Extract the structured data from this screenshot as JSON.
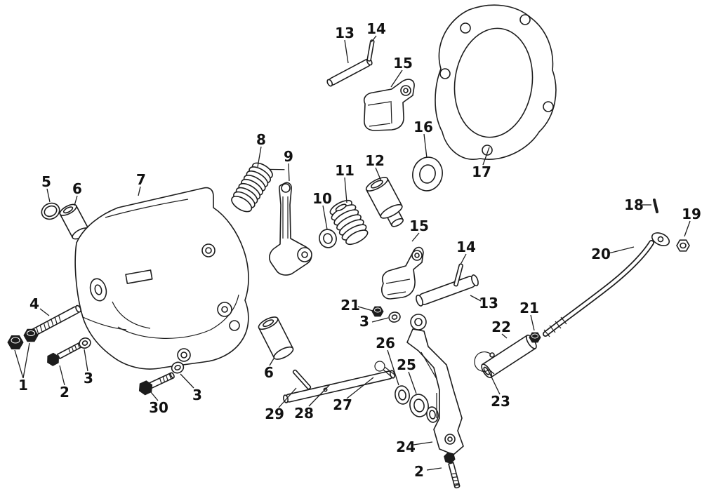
{
  "figure": {
    "kind": "exploded-parts-diagram",
    "background_color": "#ffffff",
    "line_color": "#1c1c1c"
  },
  "labels": [
    {
      "text": "13"
    },
    {
      "text": "14"
    },
    {
      "text": "15"
    },
    {
      "text": "16"
    },
    {
      "text": "17"
    },
    {
      "text": "8"
    },
    {
      "text": "9"
    },
    {
      "text": "10"
    },
    {
      "text": "11"
    },
    {
      "text": "12"
    },
    {
      "text": "5"
    },
    {
      "text": "6"
    },
    {
      "text": "7"
    },
    {
      "text": "4"
    },
    {
      "text": "1"
    },
    {
      "text": "2"
    },
    {
      "text": "3"
    },
    {
      "text": "30"
    },
    {
      "text": "3"
    },
    {
      "text": "6"
    },
    {
      "text": "29"
    },
    {
      "text": "28"
    },
    {
      "text": "27"
    },
    {
      "text": "26"
    },
    {
      "text": "25"
    },
    {
      "text": "24"
    },
    {
      "text": "2"
    },
    {
      "text": "21"
    },
    {
      "text": "3"
    },
    {
      "text": "13"
    },
    {
      "text": "14"
    },
    {
      "text": "15"
    },
    {
      "text": "22"
    },
    {
      "text": "23"
    },
    {
      "text": "21"
    },
    {
      "text": "18"
    },
    {
      "text": "19"
    },
    {
      "text": "20"
    }
  ]
}
